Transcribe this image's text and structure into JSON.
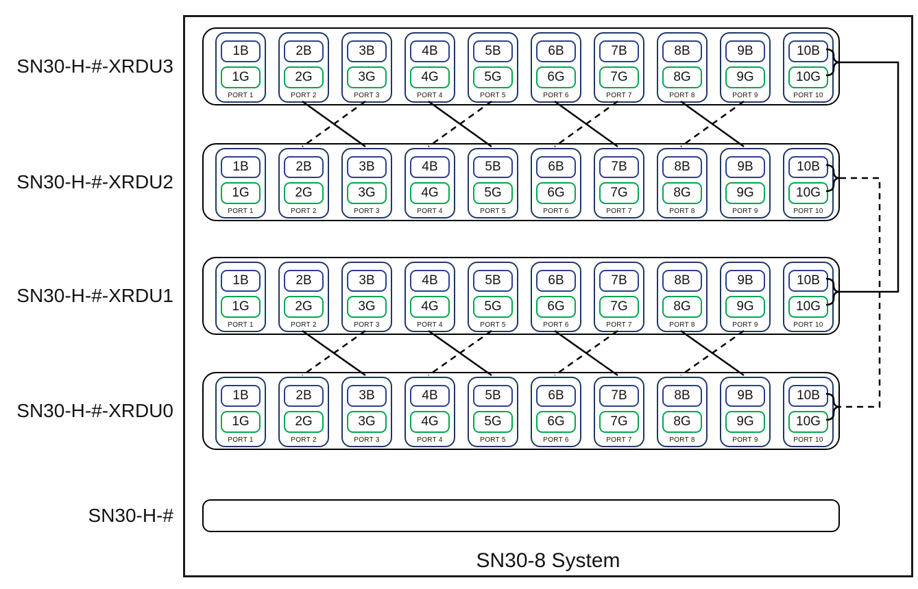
{
  "title": "SN30-8 System",
  "hba": {
    "label": "SN30-H-#"
  },
  "rows": [
    {
      "id": "XRDU3",
      "label": "SN30-H-#-XRDU3"
    },
    {
      "id": "XRDU2",
      "label": "SN30-H-#-XRDU2"
    },
    {
      "id": "XRDU1",
      "label": "SN30-H-#-XRDU1"
    },
    {
      "id": "XRDU0",
      "label": "SN30-H-#-XRDU0"
    }
  ],
  "ports": [
    {
      "b": "1B",
      "g": "1G",
      "name": "PORT 1"
    },
    {
      "b": "2B",
      "g": "2G",
      "name": "PORT 2"
    },
    {
      "b": "3B",
      "g": "3G",
      "name": "PORT 3"
    },
    {
      "b": "4B",
      "g": "4G",
      "name": "PORT 4"
    },
    {
      "b": "5B",
      "g": "5G",
      "name": "PORT 5"
    },
    {
      "b": "6B",
      "g": "6G",
      "name": "PORT 6"
    },
    {
      "b": "7B",
      "g": "7G",
      "name": "PORT 7"
    },
    {
      "b": "8B",
      "g": "8G",
      "name": "PORT 8"
    },
    {
      "b": "9B",
      "g": "9G",
      "name": "PORT 9"
    },
    {
      "b": "10B",
      "g": "10G",
      "name": "PORT 10"
    }
  ],
  "colors": {
    "port_border": "#1f3864",
    "b_border": "#2a3f8f",
    "g_border": "#00a651",
    "line": "#000000"
  },
  "connections": {
    "crossings": [
      {
        "top": "XRDU3",
        "bottom": "XRDU2",
        "solid": [
          [
            2,
            3
          ],
          [
            4,
            5
          ],
          [
            6,
            7
          ],
          [
            8,
            9
          ]
        ],
        "dashed": [
          [
            3,
            2
          ],
          [
            5,
            4
          ],
          [
            7,
            6
          ],
          [
            9,
            8
          ]
        ]
      },
      {
        "top": "XRDU1",
        "bottom": "XRDU0",
        "solid": [
          [
            2,
            3
          ],
          [
            4,
            5
          ],
          [
            6,
            7
          ],
          [
            8,
            9
          ]
        ],
        "dashed": [
          [
            3,
            2
          ],
          [
            5,
            4
          ],
          [
            7,
            6
          ],
          [
            9,
            8
          ]
        ]
      }
    ],
    "side_links": [
      {
        "from": "XRDU3",
        "to": "XRDU1",
        "style": "solid"
      },
      {
        "from": "XRDU2",
        "to": "XRDU0",
        "style": "dashed"
      }
    ],
    "brackets": [
      "XRDU3",
      "XRDU2",
      "XRDU1",
      "XRDU0"
    ]
  }
}
